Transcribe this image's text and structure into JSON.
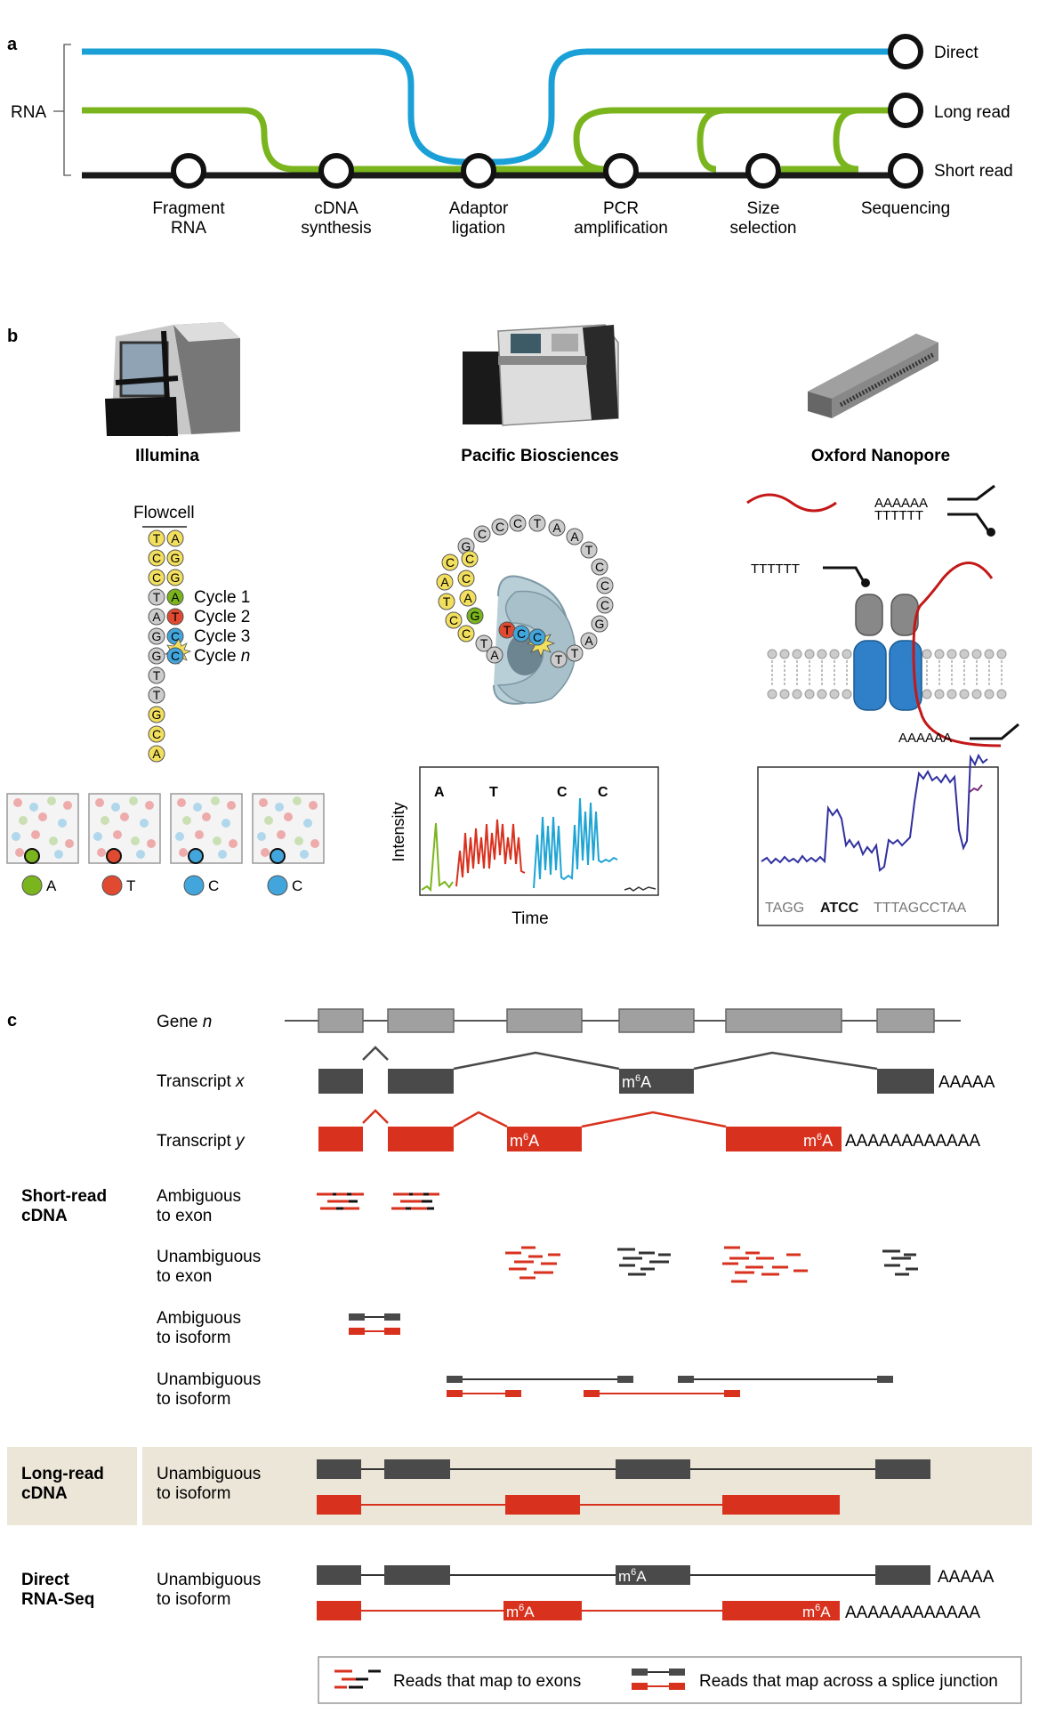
{
  "panel_a": {
    "letter": "a",
    "rna_label": "RNA",
    "outputs": [
      "Direct",
      "Long read",
      "Short read"
    ],
    "steps": [
      {
        "l1": "Fragment",
        "l2": "RNA"
      },
      {
        "l1": "cDNA",
        "l2": "synthesis"
      },
      {
        "l1": "Adaptor",
        "l2": "ligation"
      },
      {
        "l1": "PCR",
        "l2": "amplification"
      },
      {
        "l1": "Size",
        "l2": "selection"
      },
      {
        "l1": "Sequencing",
        "l2": ""
      }
    ],
    "colors": {
      "direct": "#1aa0d6",
      "long": "#7ab51d",
      "short": "#1a1a1a"
    }
  },
  "panel_b": {
    "letter": "b",
    "platforms": [
      "Illumina",
      "Pacific Biosciences",
      "Oxford Nanopore"
    ],
    "flowcell": {
      "title": "Flowcell",
      "cycles": [
        "Cycle 1",
        "Cycle 2",
        "Cycle 3",
        "Cycle "
      ],
      "cycle_n": "n",
      "left_strand": [
        "T",
        "C",
        "C",
        "T",
        "A",
        "G",
        "G",
        "T",
        "T",
        "G",
        "C",
        "A"
      ],
      "right_strand": [
        "A",
        "G",
        "G",
        "A",
        "T",
        "C",
        "C"
      ],
      "wells": [
        "A",
        "T",
        "C",
        "C"
      ]
    },
    "pacbio": {
      "ring": [
        "G",
        "C",
        "C",
        "T",
        "A",
        "T",
        "C",
        "C",
        "C",
        "G",
        "A",
        "T",
        "G",
        "A",
        "T",
        "A",
        "C",
        "T",
        "A"
      ],
      "trace_bases": [
        "A",
        "T",
        "C",
        "C"
      ],
      "ylabel": "Intensity",
      "xlabel": "Time"
    },
    "nanopore": {
      "polyA": "AAAAAA",
      "polyT": "TTTTTT",
      "polyT2": "TTTTTT",
      "polyA2": "AAAAAA",
      "seq_a": "TAGG",
      "seq_b": "ATCC",
      "seq_c": "TTTAGCCTAA"
    }
  },
  "panel_c": {
    "letter": "c",
    "gene_label": "Gene ",
    "gene_n": "n",
    "tx_label": "Transcript ",
    "tx_x": "x",
    "ty_label": "Transcript ",
    "ty_y": "y",
    "m6a_m": "m",
    "m6a_sup": "6",
    "m6a_a": "A",
    "polyA_x": "AAAAA",
    "polyA_y": "AAAAAAAAAAAA",
    "short_read": {
      "l1": "Short-read",
      "l2": "cDNA"
    },
    "long_read": {
      "l1": "Long-read",
      "l2": "cDNA"
    },
    "direct": {
      "l1": "Direct",
      "l2": "RNA-Seq"
    },
    "rows": [
      {
        "l1": "Ambiguous",
        "l2": "to exon"
      },
      {
        "l1": "Unambiguous",
        "l2": "to exon"
      },
      {
        "l1": "Ambiguous",
        "l2": "to isoform"
      },
      {
        "l1": "Unambiguous",
        "l2": "to isoform"
      },
      {
        "l1": "Unambiguous",
        "l2": "to isoform"
      },
      {
        "l1": "Unambiguous",
        "l2": "to isoform"
      }
    ],
    "legend": [
      "Reads that map to exons",
      "Reads that map across a splice junction"
    ],
    "colors": {
      "red": "#d8321f",
      "dark": "#4a4a4a",
      "gene": "#a0a0a0",
      "highlight": "#ece6d8"
    }
  }
}
